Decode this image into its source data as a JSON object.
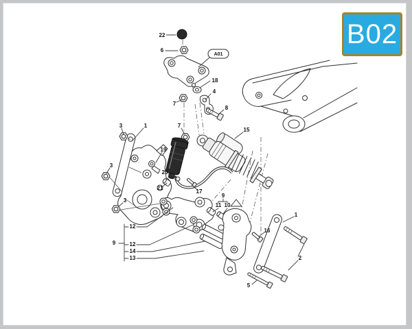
{
  "page": {
    "background_color": "#c5c6c8",
    "canvas_color": "#ffffff",
    "line_color": "#2e2e2e"
  },
  "badge": {
    "code": "B02",
    "background_color": "#29abe2",
    "border_color": "#a6832b",
    "text_color": "#ffffff"
  },
  "diagram": {
    "type": "exploded-parts-diagram",
    "subject": "rear suspension shock absorber and linkage",
    "assembly_ref": "A01",
    "callouts": {
      "1": "1",
      "2": "2",
      "3": "3",
      "4": "4",
      "5": "5",
      "6": "6",
      "7": "7",
      "8": "8",
      "9": "9",
      "10": "10",
      "11": "11",
      "12": "12",
      "13": "13",
      "14": "14",
      "15": "15",
      "16": "16",
      "17": "17",
      "18": "18",
      "19": "19",
      "20": "20",
      "21": "21",
      "22": "22"
    }
  }
}
